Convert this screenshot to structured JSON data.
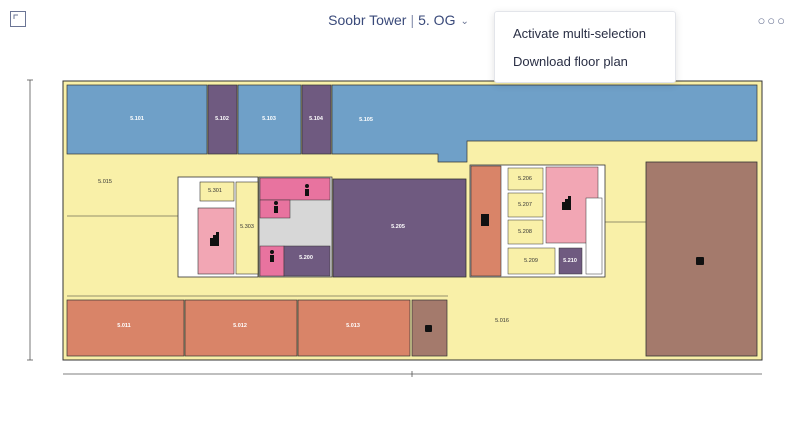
{
  "header": {
    "building": "Soobr Tower",
    "floor": "5. OG"
  },
  "menu": {
    "items": [
      {
        "label": "Activate multi-selection"
      },
      {
        "label": "Download floor plan"
      }
    ]
  },
  "icons": {
    "expand": "expand-icon",
    "more": "more-icon",
    "chevron": "chevron-down-icon"
  },
  "rooms": {
    "r5101": "5.101",
    "r5102": "5.102",
    "r5103": "5.103",
    "r5104": "5.104",
    "r5105": "5.105",
    "r5015": "5.015",
    "r5301": "5.301",
    "r5303": "5.303",
    "r5205": "5.205",
    "r5200": "5.200",
    "r5206": "5.206",
    "r5207": "5.207",
    "r5208": "5.208",
    "r5209": "5.209",
    "r5210": "5.210",
    "r5011": "5.011",
    "r5012": "5.012",
    "r5013": "5.013",
    "r5016": "5.016"
  },
  "colors": {
    "office_blue": "#6fa0c8",
    "meeting_purple": "#6f5a80",
    "corridor_yellow": "#f9f0a8",
    "office_orange": "#d98468",
    "kitchen_brown": "#a47a6c",
    "sanitary_pink": "#e8739f",
    "stair_pink": "#f2a6b4"
  }
}
